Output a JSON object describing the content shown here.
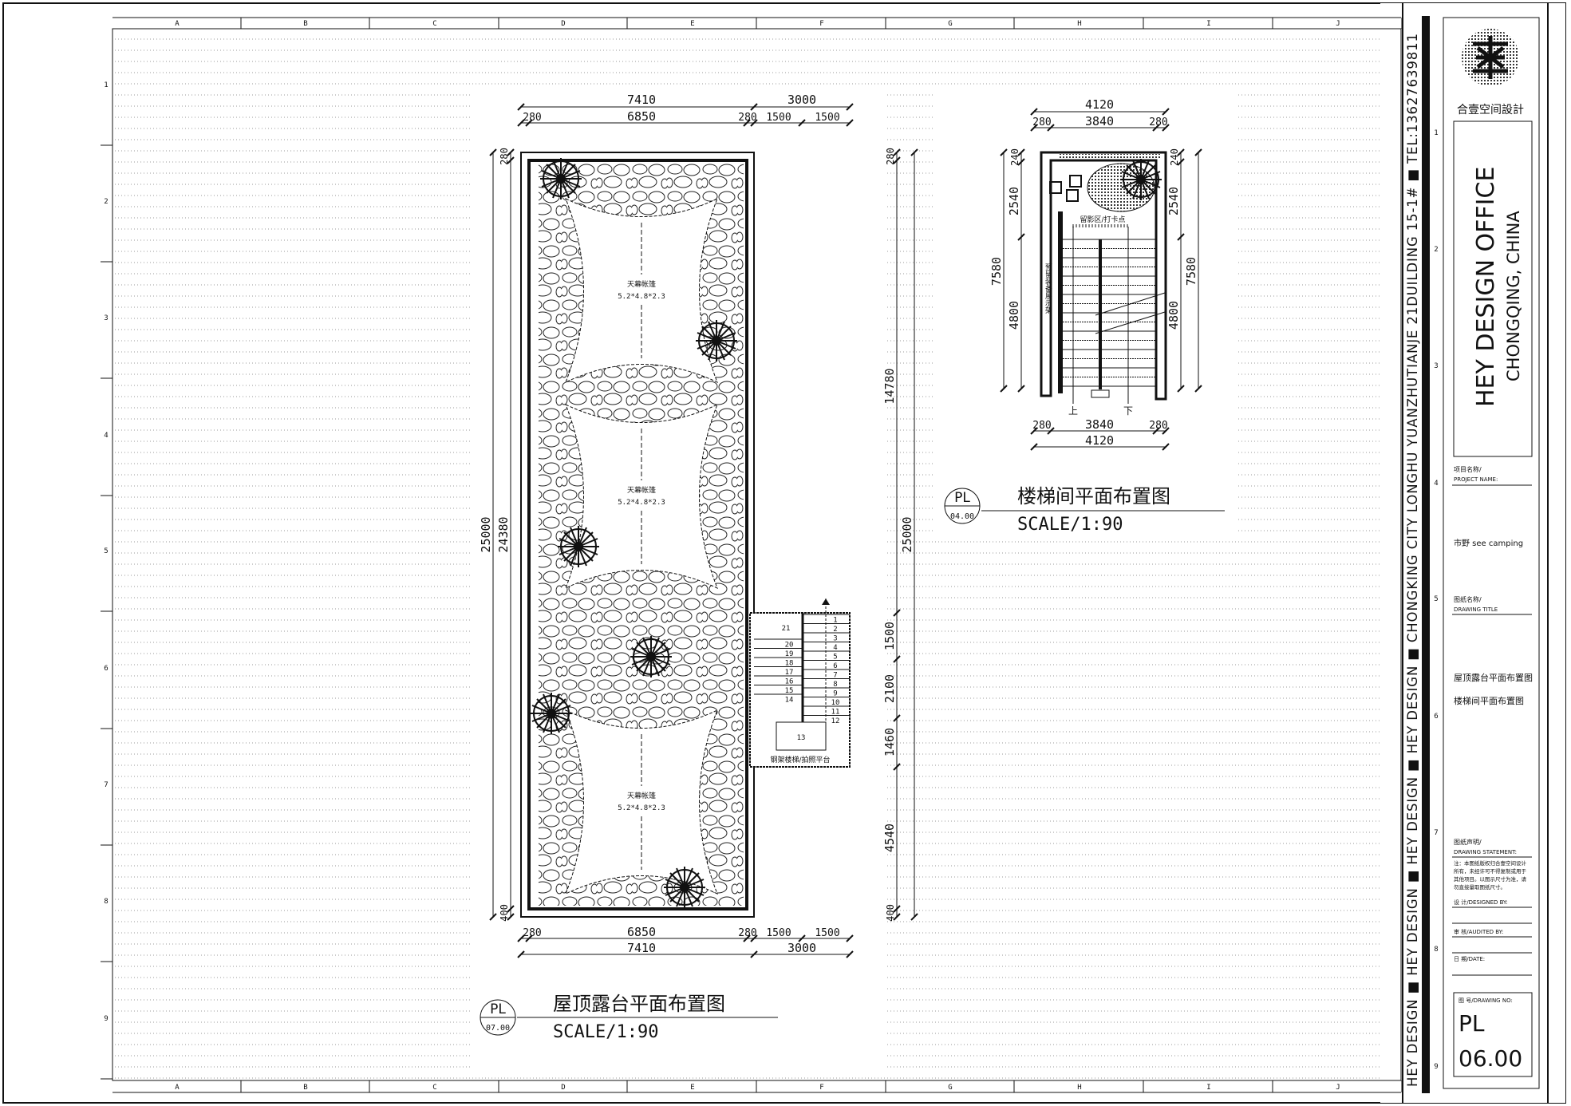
{
  "sheet": {
    "col_labels": [
      "A",
      "B",
      "C",
      "D",
      "E",
      "F",
      "G",
      "H",
      "I",
      "J"
    ],
    "row_labels": [
      "1",
      "2",
      "3",
      "4",
      "5",
      "6",
      "7",
      "8",
      "9"
    ],
    "side_strip": "HEY DESIGN ■ HEY DESIGN ■ HEY DESIGN ■ HEY DESIGN ■ CHONGKING CITY LONGHU YUANZHUTIANJE 21DUILDING 15-1# ■ TEL:13627639811"
  },
  "roof_plan": {
    "badge_code": "PL",
    "badge_no": "07.00",
    "title": "屋顶露台平面布置图",
    "scale": "SCALE/1:90",
    "dims_top": [
      "7410",
      "3000",
      "280",
      "6850",
      "280",
      "1500",
      "1500"
    ],
    "dims_bottom": [
      "280",
      "6850",
      "280",
      "1500",
      "1500",
      "7410",
      "3000"
    ],
    "dims_left": [
      "25000",
      "24380",
      "280",
      "400"
    ],
    "dims_right": [
      "280",
      "14780",
      "1500",
      "2100",
      "1460",
      "4540",
      "400",
      "25000"
    ],
    "tents": [
      {
        "name": "天幕帐篷",
        "size": "5.2*4.8*2.3"
      },
      {
        "name": "天幕帐篷",
        "size": "5.2*4.8*2.3"
      },
      {
        "name": "天幕帐篷",
        "size": "5.2*4.8*2.3"
      }
    ],
    "stair_steps": [
      "1",
      "2",
      "3",
      "4",
      "5",
      "6",
      "7",
      "8",
      "9",
      "10",
      "11",
      "12",
      "13",
      "14",
      "15",
      "16",
      "17",
      "18",
      "19",
      "20",
      "21"
    ],
    "stair_label": "钢架楼梯/拍照平台"
  },
  "stair_plan": {
    "badge_code": "PL",
    "badge_no": "04.00",
    "title": "楼梯间平面布置图",
    "scale": "SCALE/1:90",
    "dims_top": [
      "4120",
      "280",
      "3840",
      "280"
    ],
    "dims_bottom": [
      "280",
      "3840",
      "280",
      "4120"
    ],
    "dims_left": [
      "240",
      "2540",
      "4800",
      "7580"
    ],
    "dims_right": [
      "240",
      "2540",
      "4800",
      "7580"
    ],
    "photo_spot": "留影区/打卡点",
    "shelf": "预留装备展示架",
    "up": "上",
    "down": "下"
  },
  "title_block": {
    "logo_text": "合壹空间設計",
    "office": "HEY DESIGN OFFICE",
    "city": "CHONGQING, CHINA",
    "project_label_cn": "项目名称/",
    "project_label_en": "PROJECT NAME:",
    "project_name": "市野 see camping",
    "drawing_title_cn": "图纸名称/",
    "drawing_title_en": "DRAWING TITLE",
    "drawing_titles": [
      "屋顶露台平面布置图",
      "楼梯间平面布置图"
    ],
    "statement_cn": "图纸声明/",
    "statement_en": "DRAWING STATEMENT:",
    "statement_lines": [
      "注：本图纸版权归合壹空间设计",
      "所有，未经许可不得复制或用于",
      "其他项目。以图示尺寸为准，请",
      "勿直接量取图纸尺寸。"
    ],
    "designed_by": "设 计/DESIGNED BY:",
    "audited_by": "审 核/AUDITED BY:",
    "date": "日 期/DATE:",
    "drawing_no_label": "图 号/DRAWING NO:",
    "drawing_code": "PL",
    "drawing_no": "06.00"
  }
}
